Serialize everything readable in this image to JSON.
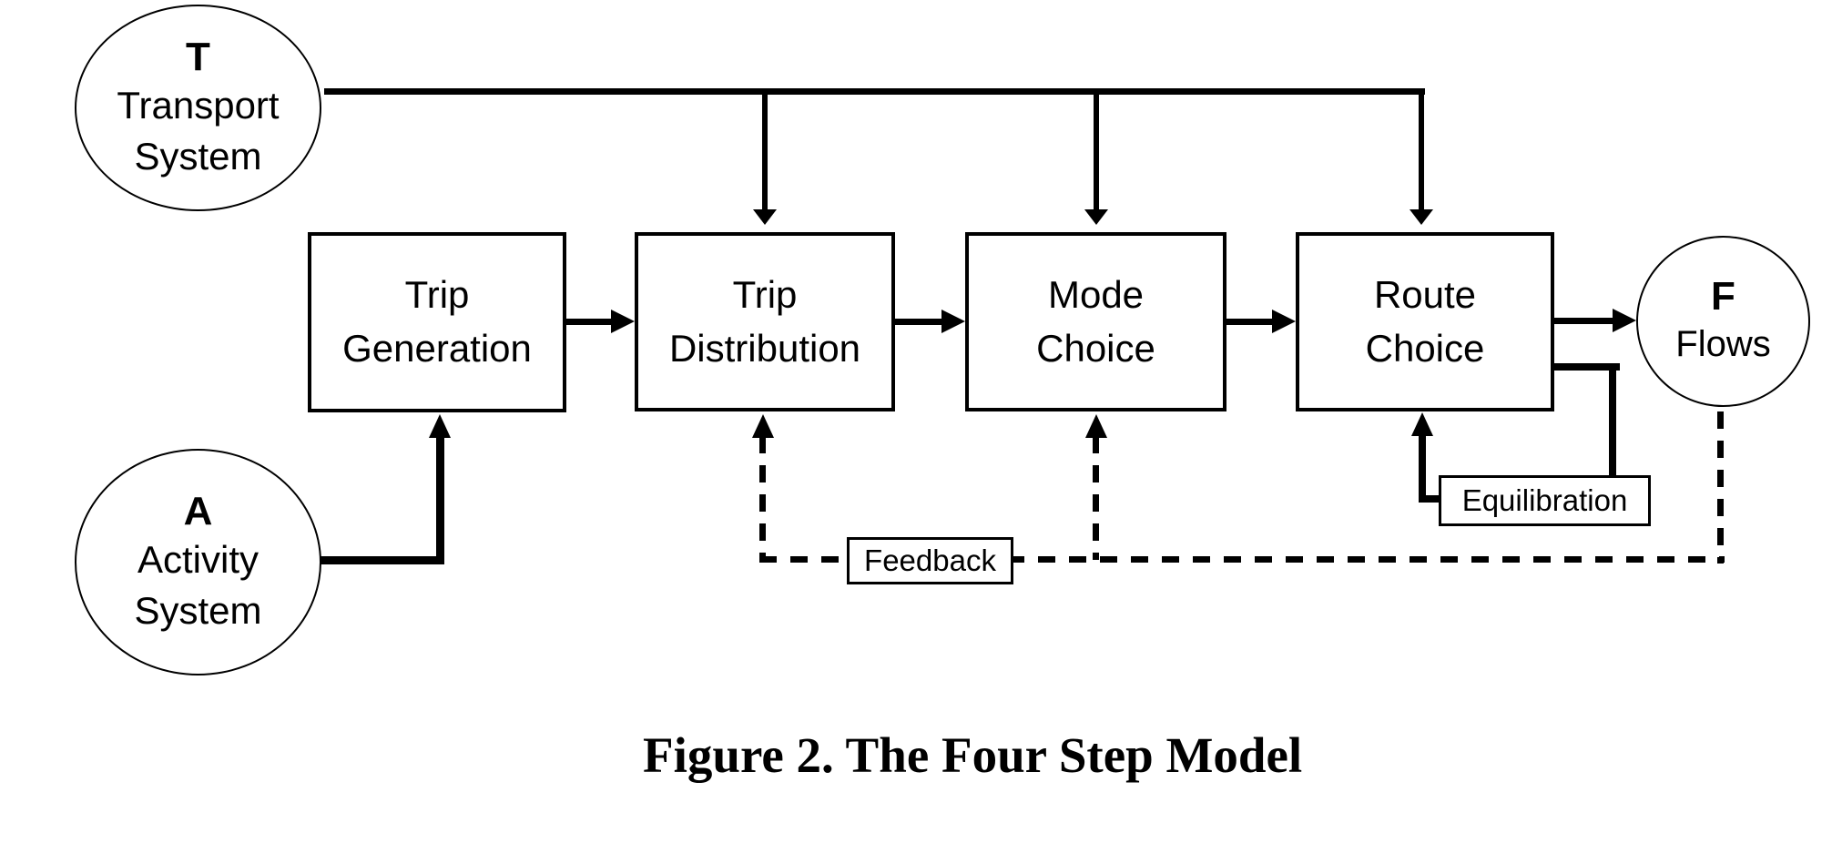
{
  "diagram": {
    "background": "#ffffff",
    "line_color": "#000000",
    "nodes": {
      "transport_system": {
        "symbol": "T",
        "line1": "Transport",
        "line2": "System"
      },
      "activity_system": {
        "symbol": "A",
        "line1": "Activity",
        "line2": "System"
      },
      "flows": {
        "symbol": "F",
        "line1": "Flows"
      },
      "trip_generation": {
        "line1": "Trip",
        "line2": "Generation"
      },
      "trip_distribution": {
        "line1": "Trip",
        "line2": "Distribution"
      },
      "mode_choice": {
        "line1": "Mode",
        "line2": "Choice"
      },
      "route_choice": {
        "line1": "Route",
        "line2": "Choice"
      }
    },
    "connector_labels": {
      "equilibration": "Equilibration",
      "feedback": "Feedback"
    },
    "caption": "Figure 2. The Four Step Model"
  }
}
